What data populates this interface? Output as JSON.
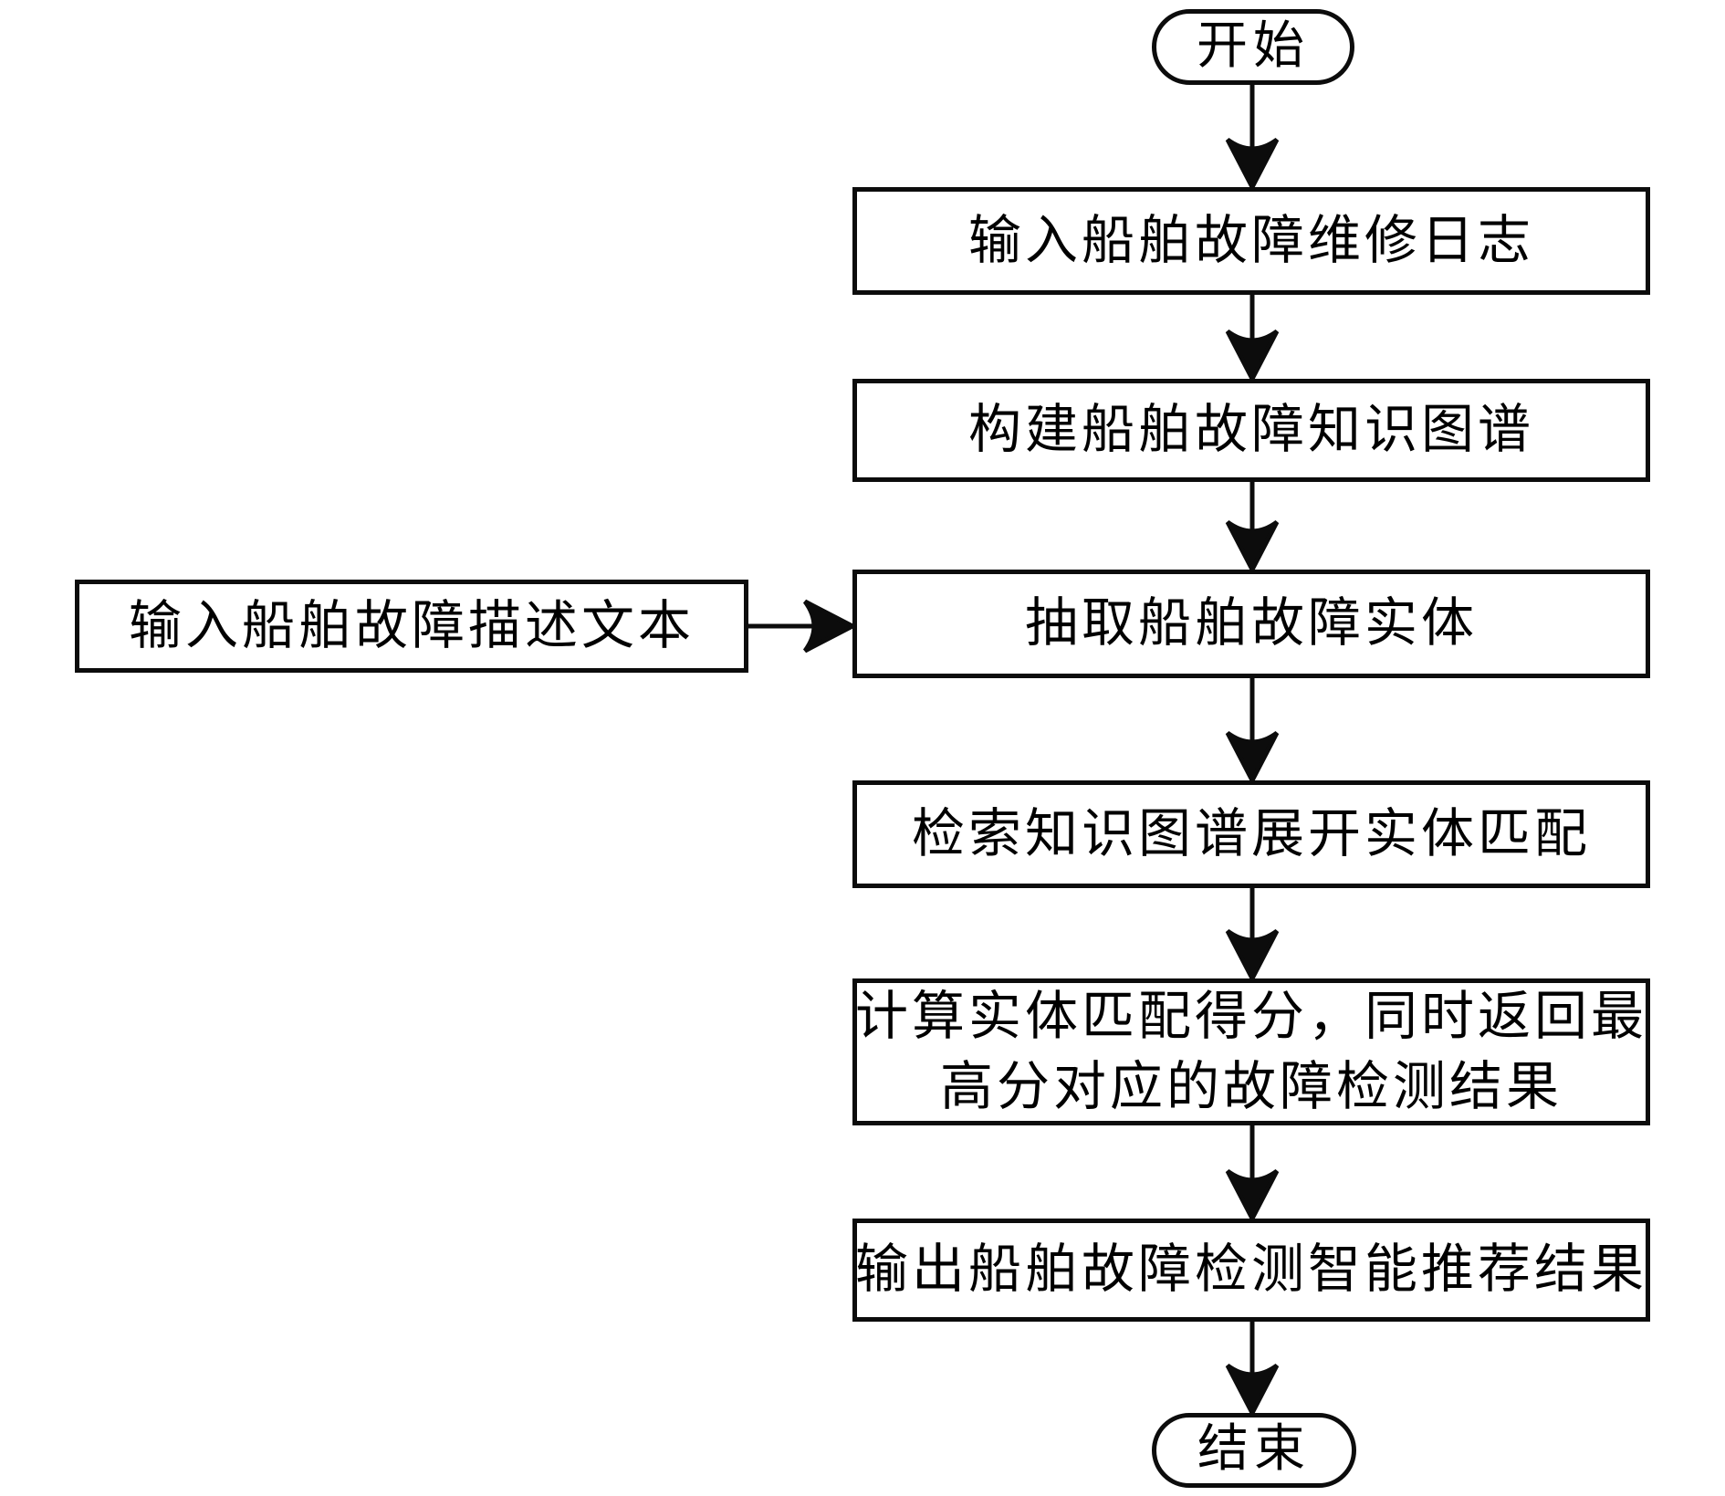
{
  "diagram": {
    "type": "flowchart",
    "colors": {
      "background": "#ffffff",
      "line": "#0c0c0c",
      "text": "#000000"
    },
    "nodes": {
      "start": {
        "shape": "terminal",
        "label": "开始"
      },
      "input_log": {
        "shape": "process",
        "label": "输入船舶故障维修日志"
      },
      "build_kg": {
        "shape": "process",
        "label": "构建船舶故障知识图谱"
      },
      "input_text": {
        "shape": "process",
        "label": "输入船舶故障描述文本"
      },
      "extract_entity": {
        "shape": "process",
        "label": "抽取船舶故障实体"
      },
      "search_match": {
        "shape": "process",
        "label": "检索知识图谱展开实体匹配"
      },
      "compute_score": {
        "shape": "process",
        "label": "计算实体匹配得分，同时返回最高分对应的故障检测结果",
        "lines": [
          "计算实体匹配得分，同时返回最",
          "高分对应的故障检测结果"
        ]
      },
      "output_result": {
        "shape": "process",
        "label": "输出船舶故障检测智能推荐结果"
      },
      "end": {
        "shape": "terminal",
        "label": "结束"
      }
    },
    "edges": [
      {
        "from": "start",
        "to": "input_log"
      },
      {
        "from": "input_log",
        "to": "build_kg"
      },
      {
        "from": "build_kg",
        "to": "extract_entity"
      },
      {
        "from": "input_text",
        "to": "extract_entity"
      },
      {
        "from": "extract_entity",
        "to": "search_match"
      },
      {
        "from": "search_match",
        "to": "compute_score"
      },
      {
        "from": "compute_score",
        "to": "output_result"
      },
      {
        "from": "output_result",
        "to": "end"
      }
    ]
  }
}
